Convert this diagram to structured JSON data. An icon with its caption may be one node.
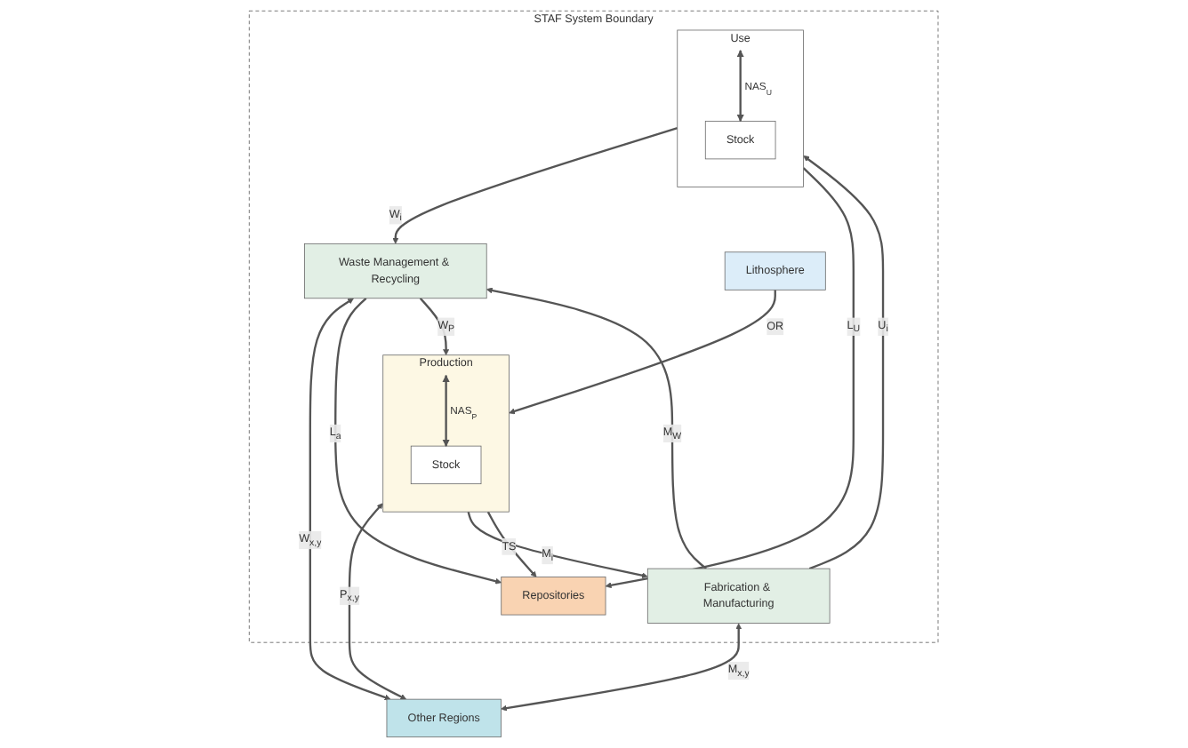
{
  "diagram": {
    "nodes": [
      {
        "text": [
          "Other Regions"
        ]
      },
      {
        "text": [
          "STAF System Boundary"
        ]
      },
      {
        "text": [
          "Production"
        ],
        "in": 1
      },
      {
        "text": [
          "Stock"
        ],
        "in": 2
      },
      {
        "text": [
          "Fabrication & Manufacturing"
        ],
        "in": 1
      },
      {
        "text": [
          "Use"
        ],
        "in": 1
      },
      {
        "text": [
          "Stock"
        ],
        "in": 5
      },
      {
        "text": [
          "Waste Management & Recycling"
        ],
        "in": 1
      },
      {
        "text": [
          "Lithosphere"
        ],
        "in": 1
      },
      {
        "text": [
          "Repositories"
        ],
        "in": 1
      }
    ],
    "edges": [
      {
        "from": 2,
        "to": 0,
        "arrow": "both",
        "label": "P$_{x,y}$"
      },
      {
        "from": 4,
        "to": 0,
        "arrow": "both",
        "label": "M$_{x,y}$"
      },
      {
        "from": 7,
        "to": 0,
        "arrow": "both",
        "label": "W$_{x,y}$"
      },
      {
        "from": 8,
        "to": 2,
        "arrow": "to",
        "label": "OR"
      },
      {
        "from": 2,
        "to": 4,
        "arrow": "to",
        "label": "M$_{i}$"
      },
      {
        "from": 2,
        "to": 3,
        "arrow": "both",
        "label": "NAS$_{P}$"
      },
      {
        "from": 4,
        "to": 5,
        "arrow": "to",
        "label": "U$_{i}$"
      },
      {
        "from": 4,
        "to": 7,
        "arrow": "to",
        "label": "M$_{W}$"
      },
      {
        "from": 5,
        "to": 7,
        "arrow": "to",
        "label": "W$_{i}$"
      },
      {
        "from": 5,
        "to": 6,
        "arrow": "both",
        "label": "NAS$_{U}$"
      },
      {
        "from": 7,
        "to": 2,
        "arrow": "to",
        "label": "W$_{P}$"
      },
      {
        "from": 2,
        "to": 9,
        "arrow": "to",
        "label": "TS"
      },
      {
        "from": 5,
        "to": 9,
        "arrow": "to",
        "label": "L$_{U}$"
      },
      {
        "from": 7,
        "to": 9,
        "arrow": "to",
        "label": "L$_{a}$"
      }
    ]
  }
}
